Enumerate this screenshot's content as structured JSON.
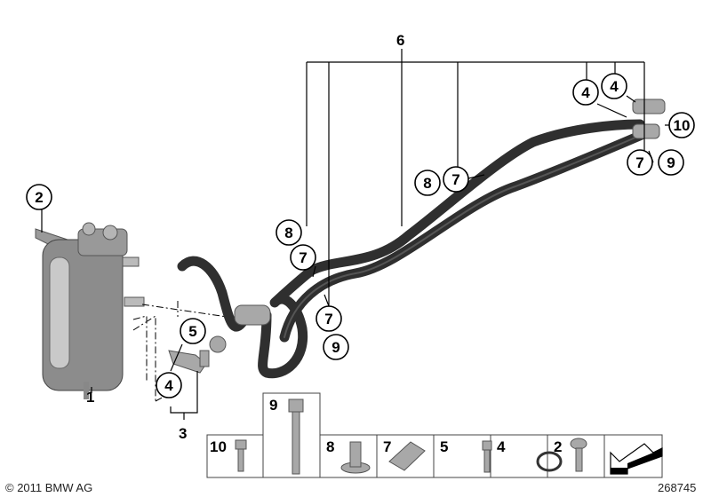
{
  "diagram": {
    "main_labels": {
      "part1": "1",
      "part3": "3",
      "part6": "6"
    },
    "callouts": [
      "2",
      "5",
      "4",
      "8",
      "7",
      "7",
      "9",
      "4",
      "4",
      "10",
      "7",
      "9",
      "8",
      "7"
    ],
    "parts_strip": [
      "10",
      "9",
      "8",
      "7",
      "5",
      "4",
      "2"
    ],
    "copyright": "© 2011 BMW AG",
    "diagram_number": "268745",
    "colors": {
      "hose": "#2f2f2f",
      "metal": "#a8a8a8",
      "outline": "#000000"
    }
  }
}
